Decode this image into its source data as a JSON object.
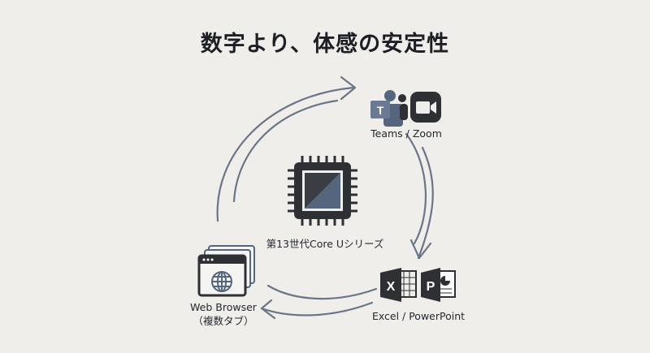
{
  "title": "数字より、体感の安定性",
  "center": {
    "label": "第13世代Core Uシリーズ",
    "icon": "cpu-chip-icon"
  },
  "nodes": [
    {
      "label": "Teams / Zoom",
      "icons": [
        "teams-icon",
        "zoom-icon"
      ]
    },
    {
      "label": "Excel / PowerPoint",
      "icons": [
        "excel-icon",
        "powerpoint-icon"
      ]
    },
    {
      "label": "Web Browser",
      "sublabel": "（複数タブ）",
      "icons": [
        "browser-tabs-icon"
      ]
    }
  ],
  "colors": {
    "background": "#efeeeb",
    "arrow": "#6b7585",
    "icon_dark": "#2e3034",
    "icon_blue": "#55657d"
  }
}
